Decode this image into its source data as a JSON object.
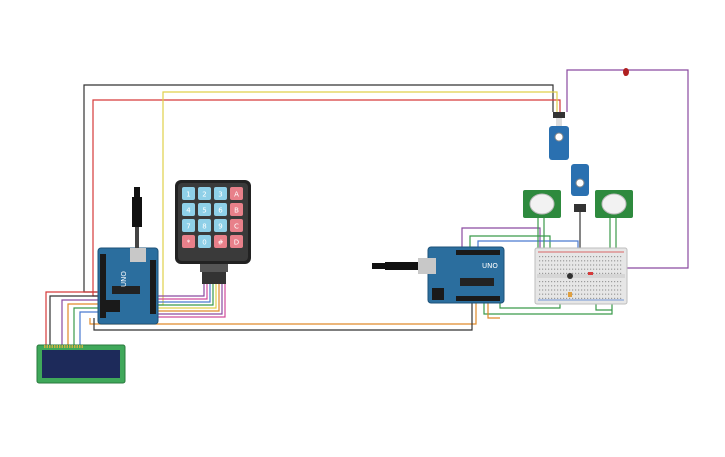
{
  "keypad": {
    "keys": [
      "1",
      "2",
      "3",
      "A",
      "4",
      "5",
      "6",
      "B",
      "7",
      "8",
      "9",
      "C",
      "*",
      "0",
      "#",
      "D"
    ]
  },
  "arduino_left": {
    "label": "UNO"
  },
  "arduino_right": {
    "label": "UNO"
  },
  "colors": {
    "wire_black": "#333333",
    "wire_red": "#d63a3a",
    "wire_yellow": "#e0d04a",
    "wire_orange": "#e08a2a",
    "wire_green": "#3a9a4a",
    "wire_purple": "#8a4aa0",
    "wire_blue": "#4a7ad0",
    "wire_pink": "#d04a9a",
    "board_blue": "#2b6e9e",
    "keypad_black": "#222222",
    "key_blue": "#8fd0e8",
    "key_red": "#e8808a",
    "lcd_green": "#3fa85a",
    "lcd_screen": "#1d2a5a",
    "pir_green": "#2e8a3e",
    "servo_blue": "#2a70b0",
    "breadboard": "#e6e6e6"
  }
}
